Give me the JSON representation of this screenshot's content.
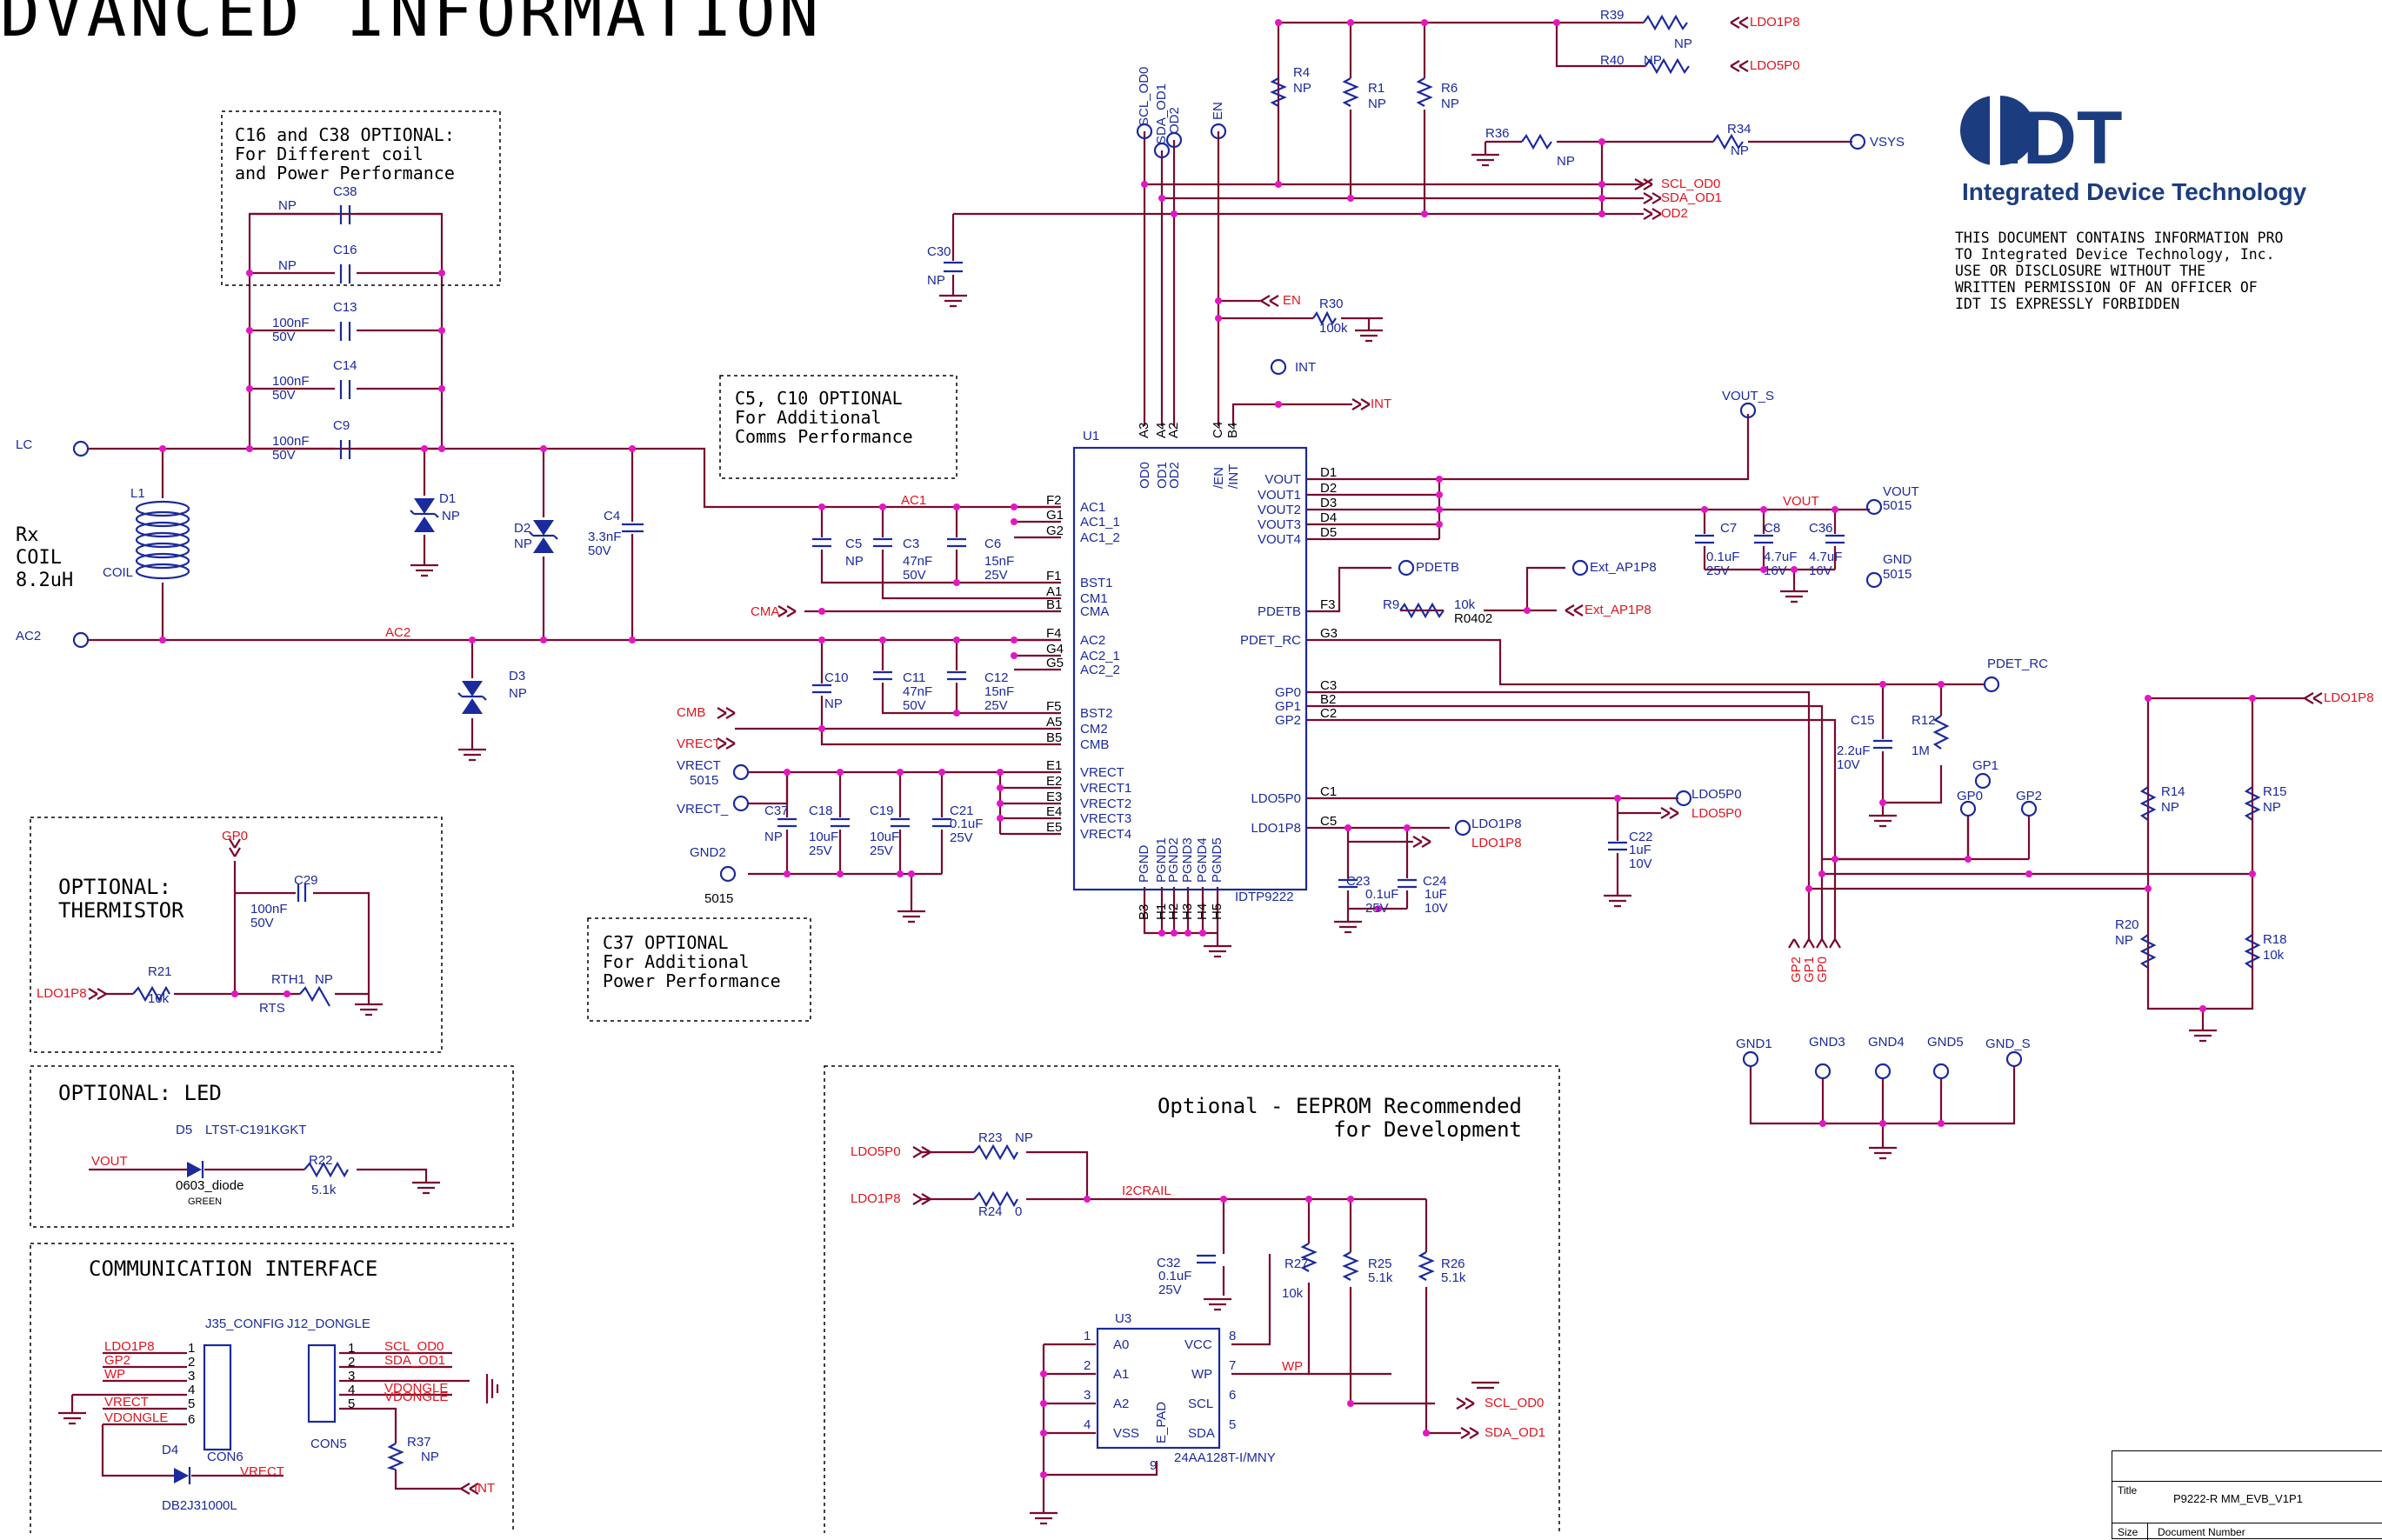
{
  "header_text": "DVANCED INFORMATION",
  "company": {
    "logo_text": "IDT",
    "name": "Integrated Device Technology",
    "disclaimer": "THIS DOCUMENT CONTAINS INFORMATION PRO\nTO Integrated Device Technology, Inc.\nUSE OR DISCLOSURE WITHOUT THE\nWRITTEN PERMISSION OF AN OFFICER OF\nIDT IS EXPRESSLY FORBIDDEN"
  },
  "notes": {
    "c16_c38": [
      "C16 and C38 OPTIONAL:",
      "For Different coil",
      "and Power Performance"
    ],
    "c5_c10": [
      "C5, C10 OPTIONAL",
      "For Additional",
      "Comms Performance"
    ],
    "c37": [
      "C37 OPTIONAL",
      "For Additional",
      "Power Performance"
    ],
    "thermistor": [
      "OPTIONAL:",
      "THERMISTOR"
    ],
    "led": "OPTIONAL: LED",
    "comm": "COMMUNICATION INTERFACE",
    "eeprom": [
      "Optional - EEPROM Recommended",
      "for Development"
    ],
    "rx_coil": [
      "Rx",
      "COIL",
      "8.2uH"
    ]
  },
  "u1": {
    "ref": "U1",
    "part": "IDTP9222",
    "left_pins": [
      {
        "ball": "F2",
        "name": "AC1"
      },
      {
        "ball": "G1",
        "name": "AC1_1"
      },
      {
        "ball": "G2",
        "name": "AC1_2"
      },
      {
        "ball": "F1",
        "name": "BST1"
      },
      {
        "ball": "A1",
        "name": "CM1"
      },
      {
        "ball": "B1",
        "name": "CMA"
      },
      {
        "ball": "F4",
        "name": "AC2"
      },
      {
        "ball": "G4",
        "name": "AC2_1"
      },
      {
        "ball": "G5",
        "name": "AC2_2"
      },
      {
        "ball": "F5",
        "name": "BST2"
      },
      {
        "ball": "A5",
        "name": "CM2"
      },
      {
        "ball": "B5",
        "name": "CMB"
      },
      {
        "ball": "E1",
        "name": "VRECT"
      },
      {
        "ball": "E2",
        "name": "VRECT1"
      },
      {
        "ball": "E3",
        "name": "VRECT2"
      },
      {
        "ball": "E4",
        "name": "VRECT3"
      },
      {
        "ball": "E5",
        "name": "VRECT4"
      }
    ],
    "right_pins": [
      {
        "ball": "D1",
        "name": "VOUT"
      },
      {
        "ball": "D2",
        "name": "VOUT1"
      },
      {
        "ball": "D3",
        "name": "VOUT2"
      },
      {
        "ball": "D4",
        "name": "VOUT3"
      },
      {
        "ball": "D5",
        "name": "VOUT4"
      },
      {
        "ball": "F3",
        "name": "PDETB"
      },
      {
        "ball": "G3",
        "name": "PDET_RC"
      },
      {
        "ball": "C3",
        "name": "GP0"
      },
      {
        "ball": "B2",
        "name": "GP1"
      },
      {
        "ball": "C2",
        "name": "GP2"
      },
      {
        "ball": "C1",
        "name": "LDO5P0"
      },
      {
        "ball": "C5",
        "name": "LDO1P8"
      }
    ],
    "top_pins": [
      {
        "ball": "A3",
        "name": "OD0"
      },
      {
        "ball": "A4",
        "name": "OD1"
      },
      {
        "ball": "A2",
        "name": "OD2"
      },
      {
        "ball": "C4",
        "name": "/EN"
      },
      {
        "ball": "B4",
        "name": "/INT"
      }
    ],
    "bottom_pins": [
      {
        "ball": "B3",
        "name": "PGND"
      },
      {
        "ball": "H1",
        "name": "PGND1"
      },
      {
        "ball": "H2",
        "name": "PGND2"
      },
      {
        "ball": "H3",
        "name": "PGND3"
      },
      {
        "ball": "H4",
        "name": "PGND4"
      },
      {
        "ball": "H5",
        "name": "PGND5"
      }
    ]
  },
  "u3": {
    "ref": "U3",
    "part": "24AA128T-I/MNY",
    "left_pins": [
      {
        "num": "1",
        "name": "A0"
      },
      {
        "num": "2",
        "name": "A1"
      },
      {
        "num": "3",
        "name": "A2"
      },
      {
        "num": "4",
        "name": "VSS"
      }
    ],
    "right_pins": [
      {
        "num": "8",
        "name": "VCC"
      },
      {
        "num": "7",
        "name": "WP"
      },
      {
        "num": "6",
        "name": "SCL"
      },
      {
        "num": "5",
        "name": "SDA"
      }
    ],
    "epad": "E_PAD",
    "epad_num": "9"
  },
  "connectors": {
    "j35": {
      "ref": "J35_CONFIG",
      "part": "CON6",
      "nets": [
        "LDO1P8",
        "GP2",
        "WP",
        "",
        "VRECT",
        "VDONGLE"
      ],
      "pins": [
        "1",
        "2",
        "3",
        "4",
        "5",
        "6"
      ]
    },
    "j12": {
      "ref": "J12_DONGLE",
      "part": "CON5",
      "nets": [
        "SCL_OD0",
        "SDA_OD1",
        "",
        "VDONGLE",
        ""
      ],
      "pins": [
        "1",
        "2",
        "3",
        "4",
        "5"
      ]
    }
  },
  "components": [
    {
      "ref": "C38",
      "value": "NP"
    },
    {
      "ref": "C16",
      "value": "NP"
    },
    {
      "ref": "C13",
      "value": "100nF",
      "rating": "50V"
    },
    {
      "ref": "C14",
      "value": "100nF",
      "rating": "50V"
    },
    {
      "ref": "C9",
      "value": "100nF",
      "rating": "50V"
    },
    {
      "ref": "L1",
      "value": "COIL"
    },
    {
      "ref": "D1",
      "value": "NP"
    },
    {
      "ref": "D2",
      "value": "NP"
    },
    {
      "ref": "D3",
      "value": "NP"
    },
    {
      "ref": "C4",
      "value": "3.3nF",
      "rating": "50V"
    },
    {
      "ref": "C5",
      "value": "NP"
    },
    {
      "ref": "C3",
      "value": "47nF",
      "rating": "50V"
    },
    {
      "ref": "C6",
      "value": "15nF",
      "rating": "25V"
    },
    {
      "ref": "C10",
      "value": "NP"
    },
    {
      "ref": "C11",
      "value": "47nF",
      "rating": "50V"
    },
    {
      "ref": "C12",
      "value": "15nF",
      "rating": "25V"
    },
    {
      "ref": "C37",
      "value": "NP"
    },
    {
      "ref": "C18",
      "value": "10uF",
      "rating": "25V"
    },
    {
      "ref": "C19",
      "value": "10uF",
      "rating": "25V"
    },
    {
      "ref": "C21",
      "value": "0.1uF",
      "rating": "25V"
    },
    {
      "ref": "C30",
      "value": "NP"
    },
    {
      "ref": "R4",
      "value": "NP"
    },
    {
      "ref": "R1",
      "value": "NP"
    },
    {
      "ref": "R6",
      "value": "NP"
    },
    {
      "ref": "R39",
      "value": "NP"
    },
    {
      "ref": "R40",
      "value": "NP"
    },
    {
      "ref": "R36",
      "value": "NP"
    },
    {
      "ref": "R34",
      "value": "NP"
    },
    {
      "ref": "R30",
      "value": "100k"
    },
    {
      "ref": "C7",
      "value": "0.1uF",
      "rating": "25V"
    },
    {
      "ref": "C8",
      "value": "4.7uF",
      "rating": "16V"
    },
    {
      "ref": "C36",
      "value": "4.7uF",
      "rating": "16V"
    },
    {
      "ref": "R9",
      "value": "10k",
      "package": "R0402"
    },
    {
      "ref": "C15",
      "value": "2.2uF",
      "rating": "10V"
    },
    {
      "ref": "R12",
      "value": "1M"
    },
    {
      "ref": "C22",
      "value": "1uF",
      "rating": "10V"
    },
    {
      "ref": "C23",
      "value": "0.1uF",
      "rating": "25V"
    },
    {
      "ref": "C24",
      "value": "1uF",
      "rating": "10V"
    },
    {
      "ref": "R14",
      "value": "NP"
    },
    {
      "ref": "R15",
      "value": "NP"
    },
    {
      "ref": "R20",
      "value": "NP"
    },
    {
      "ref": "R18",
      "value": "10k"
    },
    {
      "ref": "C29",
      "value": "100nF",
      "rating": "50V"
    },
    {
      "ref": "R21",
      "value": "10k"
    },
    {
      "ref": "RTH1",
      "value": "NP",
      "extra": "RTS"
    },
    {
      "ref": "D5",
      "value": "LTST-C191KGKT",
      "package": "0603_diode",
      "color": "GREEN"
    },
    {
      "ref": "R22",
      "value": "5.1k"
    },
    {
      "ref": "D4",
      "value": "DB2J31000L"
    },
    {
      "ref": "R37",
      "value": "NP"
    },
    {
      "ref": "R23",
      "value": "NP"
    },
    {
      "ref": "R24",
      "value": "0"
    },
    {
      "ref": "C32",
      "value": "0.1uF",
      "rating": "25V"
    },
    {
      "ref": "R27",
      "value": "10k"
    },
    {
      "ref": "R25",
      "value": "5.1k"
    },
    {
      "ref": "R26",
      "value": "5.1k"
    }
  ],
  "nets": {
    "lc": "LC",
    "ac1": "AC1",
    "ac2": "AC2",
    "cma": "CMA",
    "cmb": "CMB",
    "vrect": "VRECT",
    "vrect_": "VRECT_",
    "gnd2": "GND2",
    "pkg5015": "5015",
    "scl_od0": "SCL_OD0",
    "sda_od1": "SDA_OD1",
    "od2": "OD2",
    "en": "EN",
    "int": "INT",
    "ldo1p8": "LDO1P8",
    "ldo5p0": "LDO5P0",
    "vsys": "VSYS",
    "vout_s": "VOUT_S",
    "vout": "VOUT",
    "gnd": "GND",
    "pdetb": "PDETB",
    "ext_ap1p8": "Ext_AP1P8",
    "pdet_rc": "PDET_RC",
    "gp0": "GP0",
    "gp1": "GP1",
    "gp2": "GP2",
    "i2crail": "I2CRAIL",
    "wp": "WP",
    "vdongle": "VDONGLE",
    "test_points": [
      "GND1",
      "GND3",
      "GND4",
      "GND5",
      "GND_S"
    ]
  },
  "title_block": {
    "title_label": "Title",
    "title_value": "P9222-R MM_EVB_V1P1",
    "size_label": "Size",
    "doc_label": "Document Number"
  },
  "colors": {
    "wire": "#7a0a2e",
    "device": "#1b2a9c",
    "net_label": "#e0141e",
    "junction": "#e316c6",
    "logo": "#1c3c80"
  }
}
